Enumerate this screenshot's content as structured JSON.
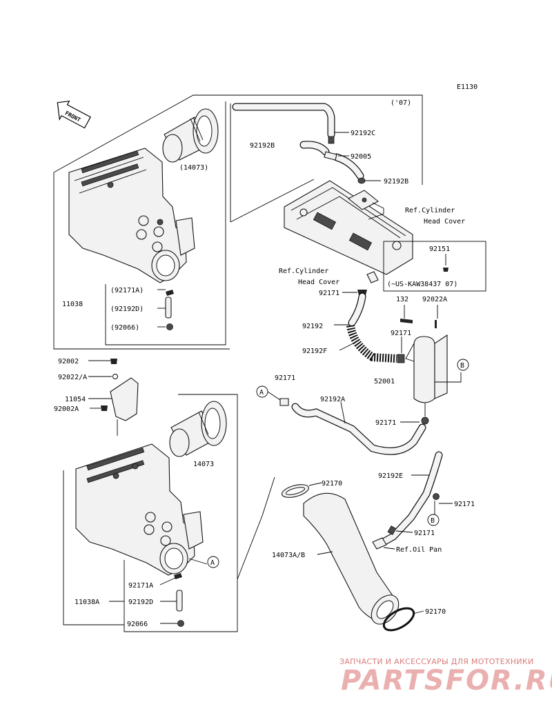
{
  "diagram_code": "E1130",
  "front_label": "FRONT",
  "year_note": "('07)",
  "labels": {
    "p14073_paren": "(14073)",
    "p11038": "11038",
    "p92171A_paren": "(92171A)",
    "p92192D_paren": "(92192D)",
    "p92066_paren": "(92066)",
    "p92192C": "92192C",
    "p92192B_left": "92192B",
    "p92005": "92005",
    "p92192B_right": "92192B",
    "ref_cyl_head_top": "Ref.Cylinder",
    "ref_cyl_head_top_2": "Head Cover",
    "ref_cyl_head_left": "Ref.Cylinder",
    "ref_cyl_head_left_2": "Head Cover",
    "p92151": "92151",
    "us_note": "(~US-KAW38437  07)",
    "p92171_a": "92171",
    "p132": "132",
    "p92022A": "92022A",
    "p92192": "92192",
    "p92171_b": "92171",
    "p92192F": "92192F",
    "p92171_c": "92171",
    "p52001": "52001",
    "p92192A": "92192A",
    "p92171_d": "92171",
    "p92002": "92002",
    "p92022_A": "92022/A",
    "p11054": "11054",
    "p92002A": "92002A",
    "p14073": "14073",
    "p92170_top": "92170",
    "p92192E": "92192E",
    "p92171_e": "92171",
    "p92171_f": "92171",
    "ref_oil_pan": "Ref.Oil Pan",
    "p14073AB": "14073A/B",
    "p92171A": "92171A",
    "p11038A": "11038A",
    "p92192D": "92192D",
    "p92066": "92066",
    "p92170_bottom": "92170",
    "callout_A": "A",
    "callout_B": "B"
  },
  "watermark": {
    "line1": "ЗАПЧАСТИ И АКСЕССУАРЫ ДЛЯ МОТОТЕХНИКИ",
    "line2": "PARTSFOR.RU"
  },
  "colors": {
    "ink": "#000000",
    "watermark_red": "#d97a7a"
  }
}
